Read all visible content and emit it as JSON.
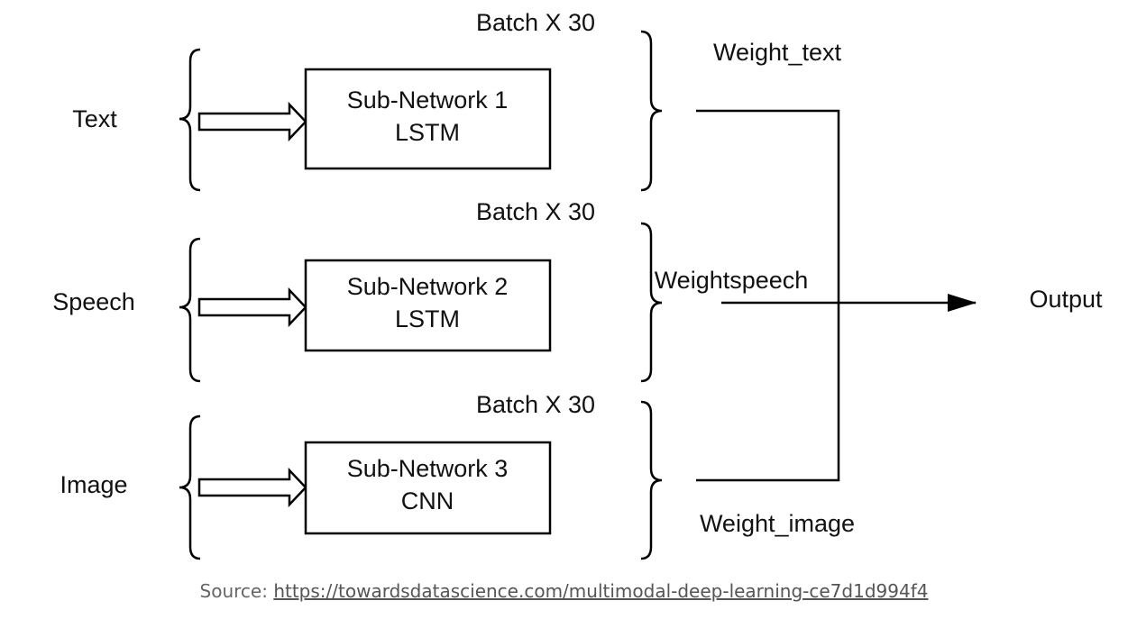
{
  "inputs": [
    {
      "label": "Text",
      "subnet_title": "Sub-Network 1",
      "subnet_type": "LSTM",
      "batch": "Batch X 30"
    },
    {
      "label": "Speech",
      "subnet_title": "Sub-Network 2",
      "subnet_type": "LSTM",
      "batch": "Batch X 30"
    },
    {
      "label": "Image",
      "subnet_title": "Sub-Network 3",
      "subnet_type": "CNN",
      "batch": "Batch X 30"
    }
  ],
  "weights": {
    "text": "Weight_text",
    "speech": "Weightspeech",
    "image": "Weight_image"
  },
  "output_label": "Output",
  "source": {
    "prefix": "Source:",
    "url": "https://towardsdatascience.com/multimodal-deep-learning-ce7d1d994f4"
  }
}
